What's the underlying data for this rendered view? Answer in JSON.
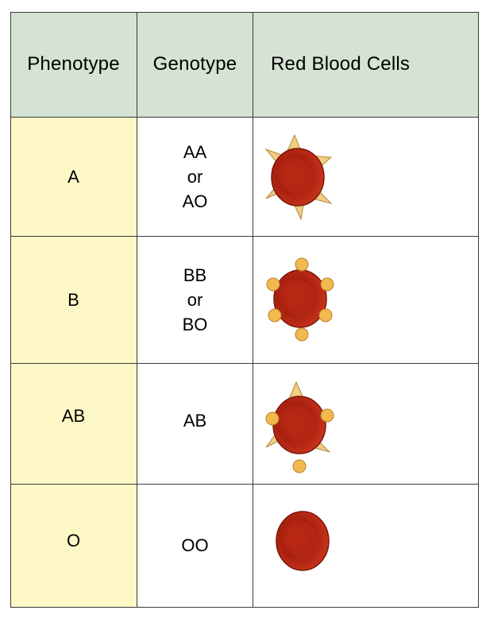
{
  "header": {
    "phenotype": "Phenotype",
    "genotype": "Genotype",
    "cells": "Red Blood Cells"
  },
  "rows": [
    {
      "phenotype": "A",
      "genotype": [
        "AA",
        "or",
        "AO"
      ],
      "antigens": "A"
    },
    {
      "phenotype": "B",
      "genotype": [
        "BB",
        "or",
        "BO"
      ],
      "antigens": "B"
    },
    {
      "phenotype": "AB",
      "genotype": [
        "AB"
      ],
      "antigens": "AB"
    },
    {
      "phenotype": "O",
      "genotype": [
        "OO"
      ],
      "antigens": "none"
    }
  ],
  "colors": {
    "header_bg": "#d5e3d3",
    "phenotype_bg": "#fdf8c6",
    "cell_bg": "#ffffff",
    "rbc_red": "#b32412",
    "antigen_a": "#f0ce82",
    "antigen_b": "#f2b94e"
  }
}
